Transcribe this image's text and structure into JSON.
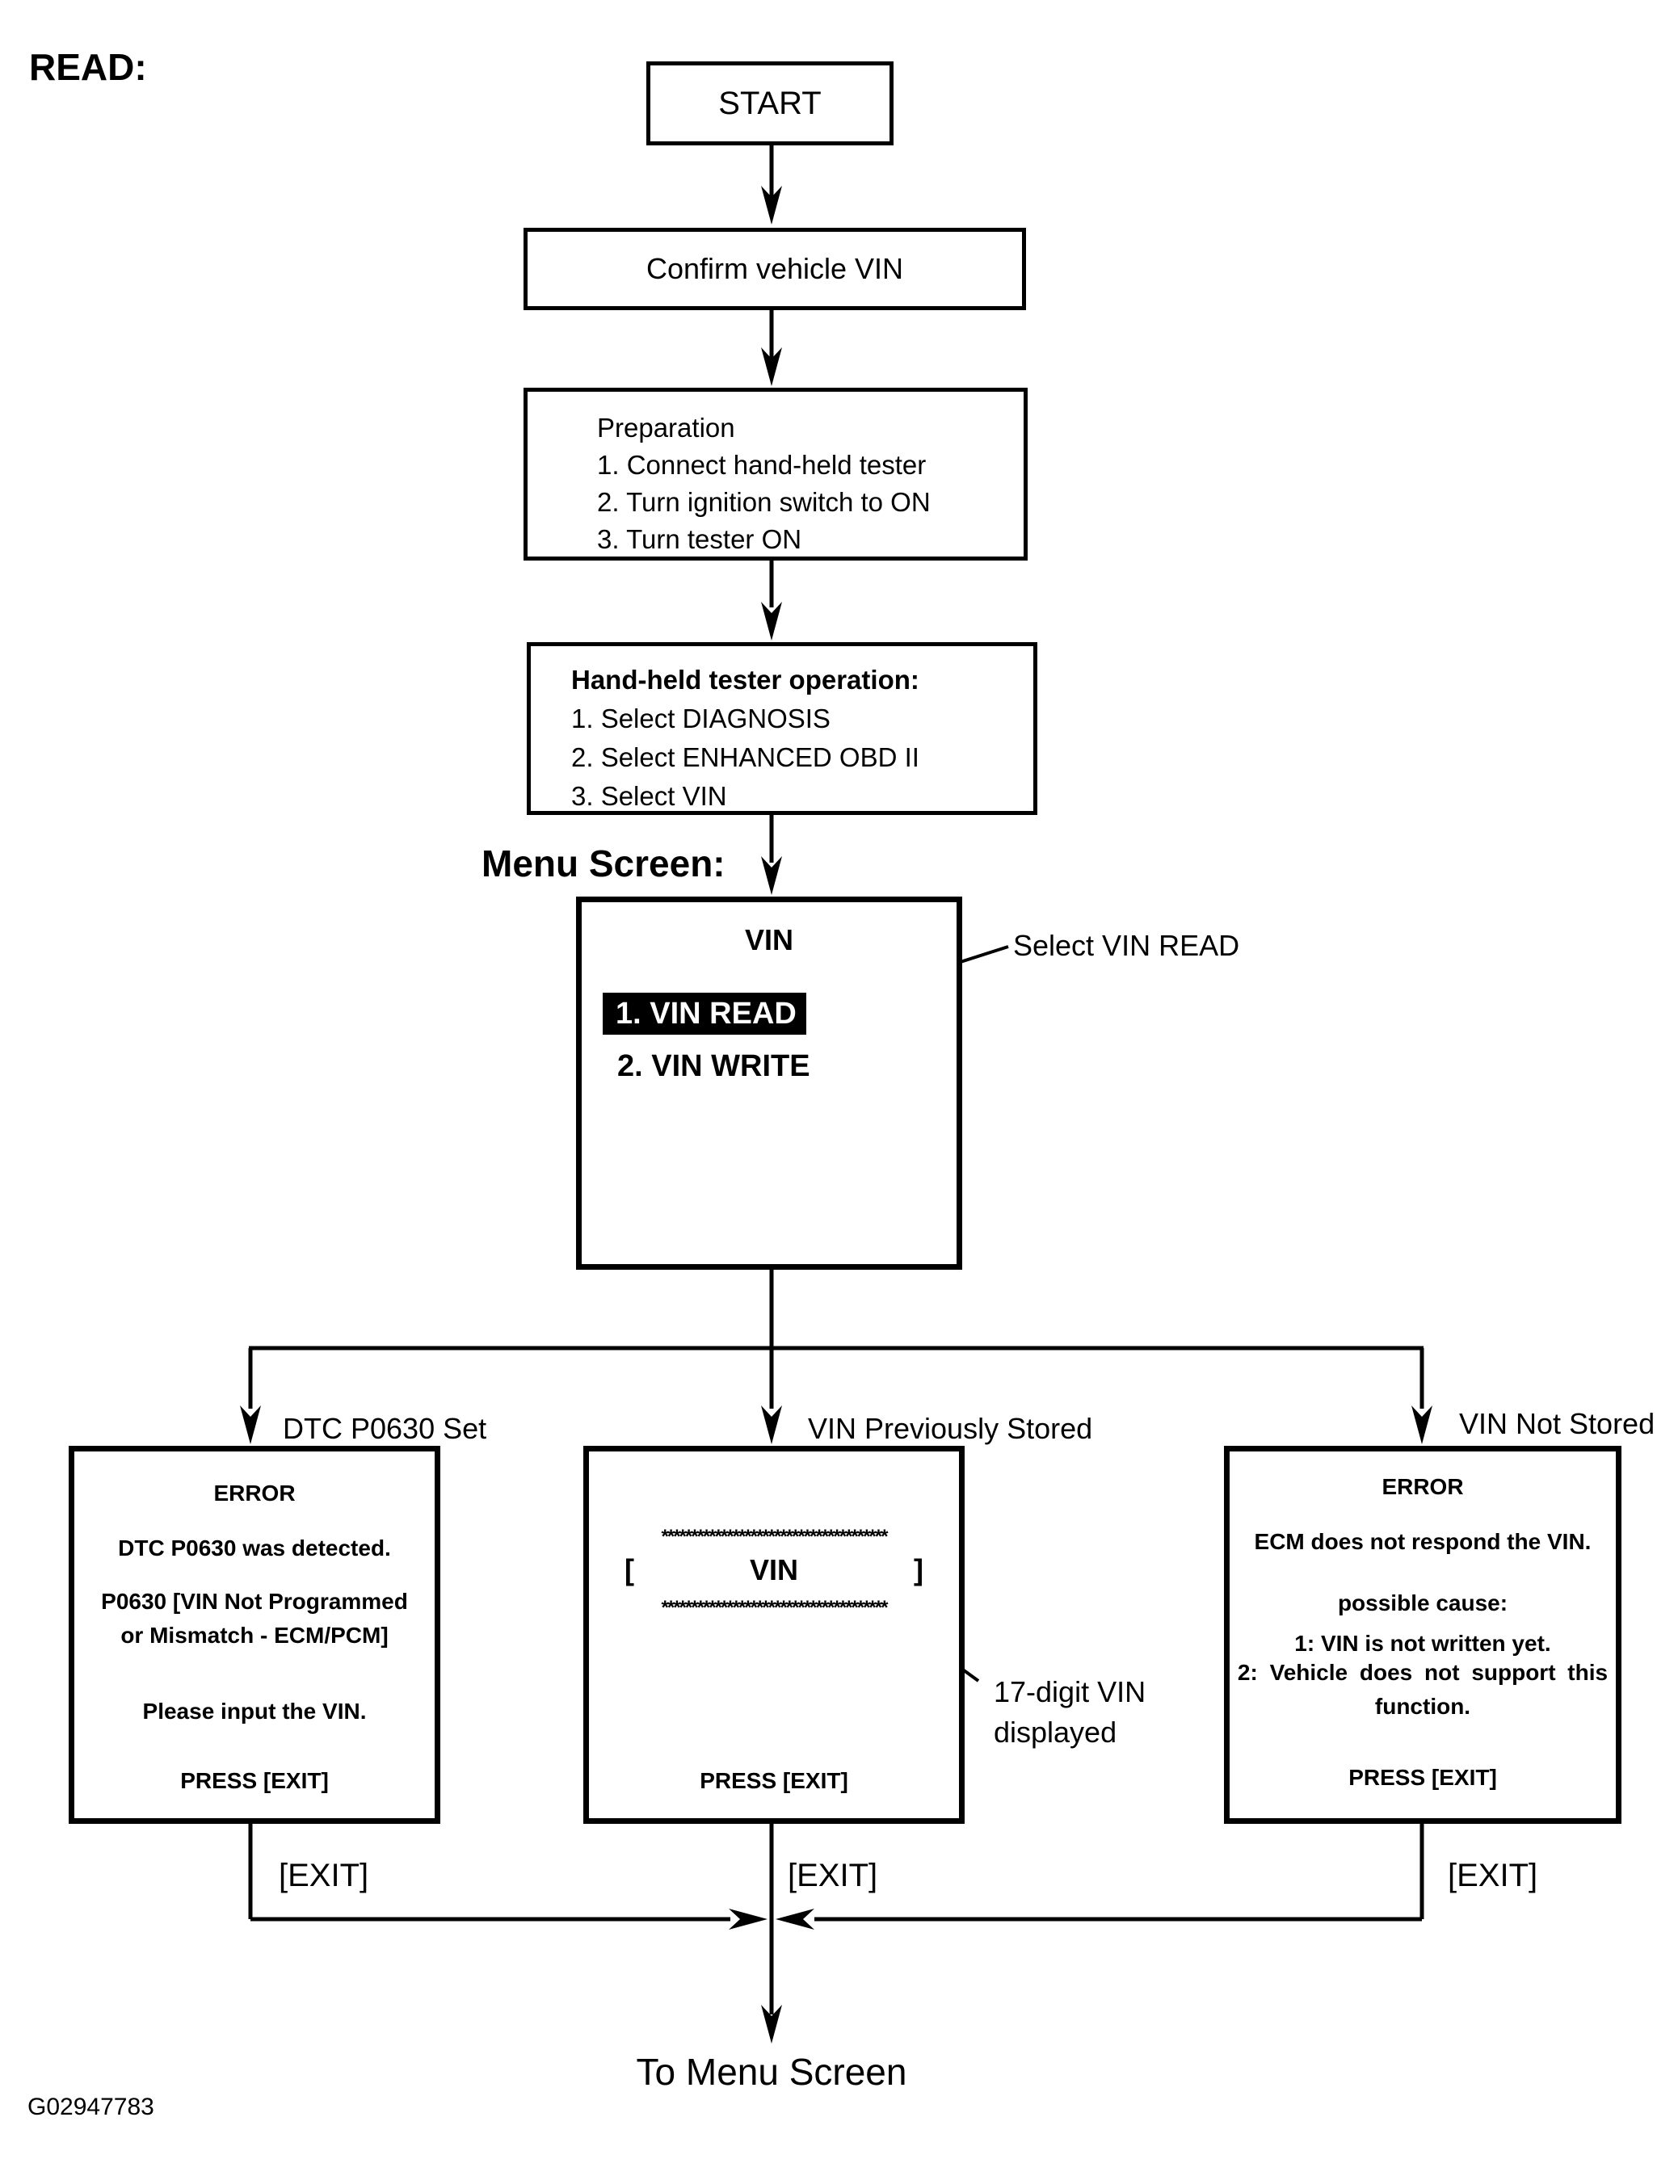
{
  "colors": {
    "ink": "#000000",
    "paper": "#ffffff",
    "highlight_bg": "#000000",
    "highlight_text": "#ffffff"
  },
  "header": {
    "read_label": "READ:"
  },
  "flow": {
    "start": "START",
    "confirm": "Confirm vehicle VIN",
    "preparation": {
      "title": "Preparation",
      "step1": "1. Connect hand-held tester",
      "step2": "2. Turn ignition switch to ON",
      "step3": "3. Turn tester ON"
    },
    "tester_operation": {
      "title": "Hand-held tester operation:",
      "step1": "1. Select DIAGNOSIS",
      "step2": "2. Select ENHANCED OBD II",
      "step3": "3. Select VIN"
    },
    "menu_screen_label": "Menu Screen:",
    "menu": {
      "title": "VIN",
      "item_read": "1. VIN READ",
      "item_write": "2. VIN WRITE",
      "callout": "Select VIN READ"
    }
  },
  "branches": {
    "dtc_set": "DTC P0630 Set",
    "previously_stored": "VIN Previously Stored",
    "not_stored": "VIN Not Stored"
  },
  "screens": {
    "error_dtc": {
      "title": "ERROR",
      "line1": "DTC P0630 was detected.",
      "line2": "P0630  [VIN Not Programmed",
      "line3": "or Mismatch - ECM/PCM]",
      "line4": "Please input the VIN.",
      "press": "PRESS [EXIT]"
    },
    "vin_display": {
      "stars_top": "**************************************",
      "bracket_open": "[",
      "vin_label": "VIN",
      "bracket_close": "]",
      "stars_bottom": "**************************************",
      "press": "PRESS [EXIT]",
      "callout_line1": "17-digit VIN",
      "callout_line2": "displayed"
    },
    "error_ecm": {
      "title": "ERROR",
      "line1": "ECM does not respond the VIN.",
      "line2": "possible cause:",
      "line3": "1: VIN is not written yet.",
      "line4": "2: Vehicle does not support this",
      "line5": "function.",
      "press": "PRESS [EXIT]"
    }
  },
  "exits": {
    "left": "[EXIT]",
    "middle": "[EXIT]",
    "right": "[EXIT]",
    "to_menu": "To Menu Screen"
  },
  "footer": {
    "figure_id": "G02947783"
  }
}
